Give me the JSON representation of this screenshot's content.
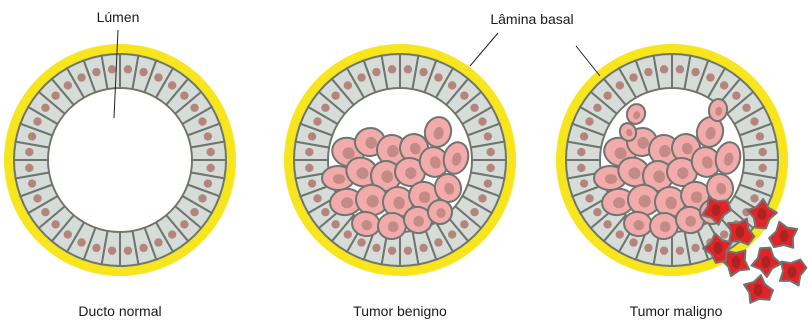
{
  "labels": {
    "lumen": "Lúmen",
    "basal_lamina": "Lâmina basal"
  },
  "panels": [
    {
      "caption": "Ducto normal"
    },
    {
      "caption": "Tumor benigno"
    },
    {
      "caption": "Tumor maligno"
    }
  ],
  "colors": {
    "basal_lamina": "#f7e51e",
    "lumen": "#ffffff",
    "normal_cell": "#d6dcd7",
    "cell_outline": "#6f7670",
    "nucleus": "#b4857b",
    "tumor_cell": "#f2aaaa",
    "tumor_nucleus": "#c48a86",
    "malignant_cell": "#e4222a",
    "malignant_nucleus": "#a8261f"
  }
}
